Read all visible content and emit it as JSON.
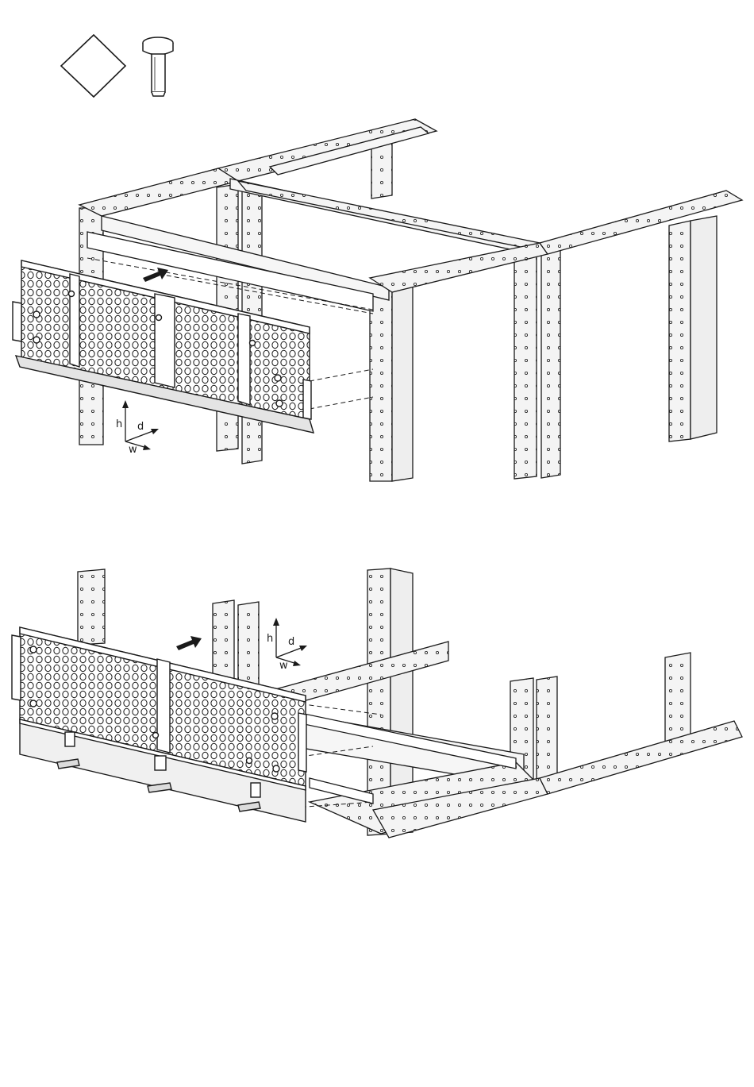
{
  "header": {
    "symbol_icon": "diamond-icon",
    "fastener_icon": "screw-icon"
  },
  "figure_top": {
    "axis_labels": {
      "h": "h",
      "d": "d",
      "w": "w"
    },
    "direction_icon": "arrow-right-icon",
    "panel_icon": "perforated-panel-icon",
    "frame_icon": "rack-frame-icon"
  },
  "figure_bottom": {
    "axis_labels": {
      "h": "h",
      "d": "d",
      "w": "w"
    },
    "direction_icon": "arrow-right-icon",
    "panel_icon": "perforated-panel-with-plinth-icon",
    "frame_icon": "rack-base-frame-icon"
  },
  "colors": {
    "line": "#1a1a1a",
    "fill_light": "#f2f2f2",
    "fill_mid": "#dcdcdc",
    "background": "#ffffff"
  }
}
